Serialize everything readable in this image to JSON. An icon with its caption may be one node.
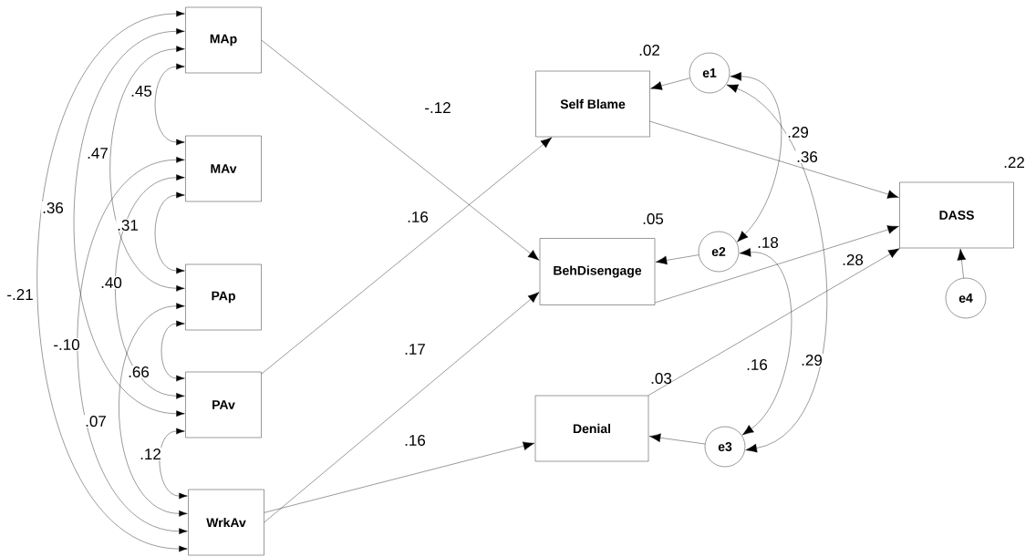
{
  "diagram": {
    "nodes": [
      {
        "text": [
          "MAp"
        ]
      },
      {
        "text": [
          "MAv"
        ]
      },
      {
        "text": [
          "PAp"
        ]
      },
      {
        "text": [
          "PAv"
        ]
      },
      {
        "text": [
          "WrkAv"
        ]
      },
      {
        "text": [
          "Self Blame"
        ],
        "beside": [
          ".02"
        ]
      },
      {
        "text": [
          "BehDisengage"
        ],
        "beside": [
          ".05"
        ]
      },
      {
        "text": [
          "Denial"
        ],
        "beside": [
          ".03"
        ]
      },
      {
        "text": [
          "DASS"
        ],
        "beside": [
          ".22"
        ]
      },
      {
        "text": [
          "e1"
        ]
      },
      {
        "text": [
          "e2"
        ]
      },
      {
        "text": [
          "e3"
        ]
      },
      {
        "text": [
          "e4"
        ]
      }
    ],
    "edges": [
      {
        "from": 0,
        "to": 6,
        "arrow": "to",
        "label": "-.12"
      },
      {
        "from": 3,
        "to": 5,
        "arrow": "to",
        "label": ".16"
      },
      {
        "from": 4,
        "to": 6,
        "arrow": "to",
        "label": ".17"
      },
      {
        "from": 4,
        "to": 7,
        "arrow": "to",
        "label": ".16"
      },
      {
        "from": 5,
        "to": 8,
        "arrow": "to",
        "label": ".36"
      },
      {
        "from": 6,
        "to": 8,
        "arrow": "to",
        "label": ".18"
      },
      {
        "from": 7,
        "to": 8,
        "arrow": "to",
        "label": ".28"
      },
      {
        "from": 9,
        "to": 5,
        "arrow": "to"
      },
      {
        "from": 10,
        "to": 6,
        "arrow": "to"
      },
      {
        "from": 11,
        "to": 7,
        "arrow": "to"
      },
      {
        "from": 12,
        "to": 8,
        "arrow": "to"
      },
      {
        "from": 0,
        "to": 1,
        "arrow": "both",
        "label": ".45"
      },
      {
        "from": 0,
        "to": 2,
        "arrow": "both",
        "label": ".47"
      },
      {
        "from": 0,
        "to": 3,
        "arrow": "both",
        "label": ".36"
      },
      {
        "from": 0,
        "to": 4,
        "arrow": "both",
        "label": "-.21"
      },
      {
        "from": 1,
        "to": 2,
        "arrow": "both",
        "label": ".31"
      },
      {
        "from": 1,
        "to": 3,
        "arrow": "both",
        "label": ".40"
      },
      {
        "from": 1,
        "to": 4,
        "arrow": "both",
        "label": "-.10"
      },
      {
        "from": 2,
        "to": 3,
        "arrow": "both",
        "label": ".66"
      },
      {
        "from": 2,
        "to": 4,
        "arrow": "both",
        "label": ".07"
      },
      {
        "from": 3,
        "to": 4,
        "arrow": "both",
        "label": ".12"
      },
      {
        "from": 9,
        "to": 10,
        "arrow": "both",
        "label": ".29"
      },
      {
        "from": 9,
        "to": 11,
        "arrow": "both",
        "label": ".29"
      },
      {
        "from": 10,
        "to": 11,
        "arrow": "both",
        "label": ".16"
      }
    ]
  }
}
